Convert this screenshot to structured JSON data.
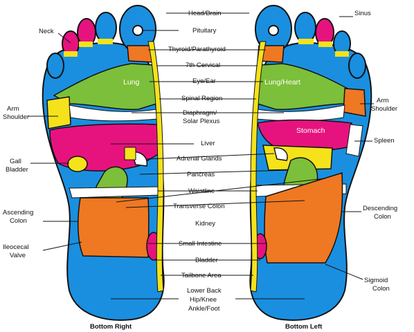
{
  "colors": {
    "blue": "#1a8fe0",
    "green": "#7cbf3a",
    "magenta": "#e6137f",
    "yellow": "#f5e21a",
    "orange": "#ef7822",
    "white": "#ffffff",
    "outline": "#111111"
  },
  "center_labels": [
    "Head/Brain",
    "Pituitary",
    "Thyroid/Parathyroid",
    "7th Cervical",
    "Eye/Ear",
    "Spinal Region",
    "Diaphragm/",
    "Solar Plexus",
    "Liver",
    "Adrenal Glands",
    "Pancreas",
    "Waistline",
    "Transverse Colon",
    "Kidney",
    "Small Intestine",
    "Bladder",
    "Tailbone Area",
    "Lower Back",
    "Hip/Knee",
    "Ankle/Foot"
  ],
  "left_labels": {
    "neck": "Neck",
    "arm": "Arm",
    "shoulder": "Shoulder",
    "gall": "Gall",
    "bladder": "Bladder",
    "ascending": "Ascending",
    "colon": "Colon",
    "ileocecal": "Ileocecal",
    "valve": "Valve"
  },
  "right_labels": {
    "sinus": "Sinus",
    "arm": "Arm",
    "shoulder": "Shoulder",
    "spleen": "Spleen",
    "descending": "Descending",
    "colon": "Colon",
    "sigmoid": "Sigmoid",
    "sigmoid_colon": "Colon"
  },
  "zones": {
    "lung_right": "Lung",
    "lung_left": "Lung/Heart",
    "stomach": "Stomach"
  },
  "captions": {
    "right": "Bottom Right",
    "left": "Bottom Left"
  }
}
